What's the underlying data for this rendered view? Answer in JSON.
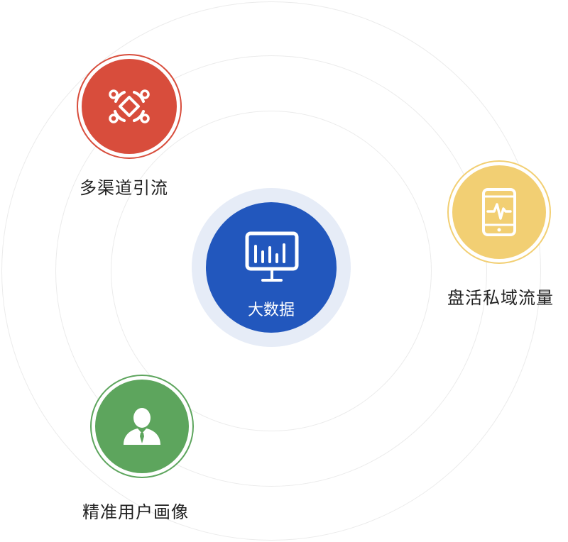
{
  "center": {
    "label": "大数据",
    "icon": "monitor-chart-icon",
    "color": "#2257bd",
    "halo_color": "#e6ecf7"
  },
  "nodes": [
    {
      "id": "multichannel",
      "label": "多渠道引流",
      "icon": "diamond-network-icon",
      "color": "#d84d3c"
    },
    {
      "id": "private-traffic",
      "label": "盘活私域流量",
      "icon": "phone-pulse-icon",
      "color": "#f2cf73"
    },
    {
      "id": "user-profile",
      "label": "精准用户画像",
      "icon": "user-tie-icon",
      "color": "#5da55d"
    }
  ],
  "ring_color": "#ebebeb"
}
